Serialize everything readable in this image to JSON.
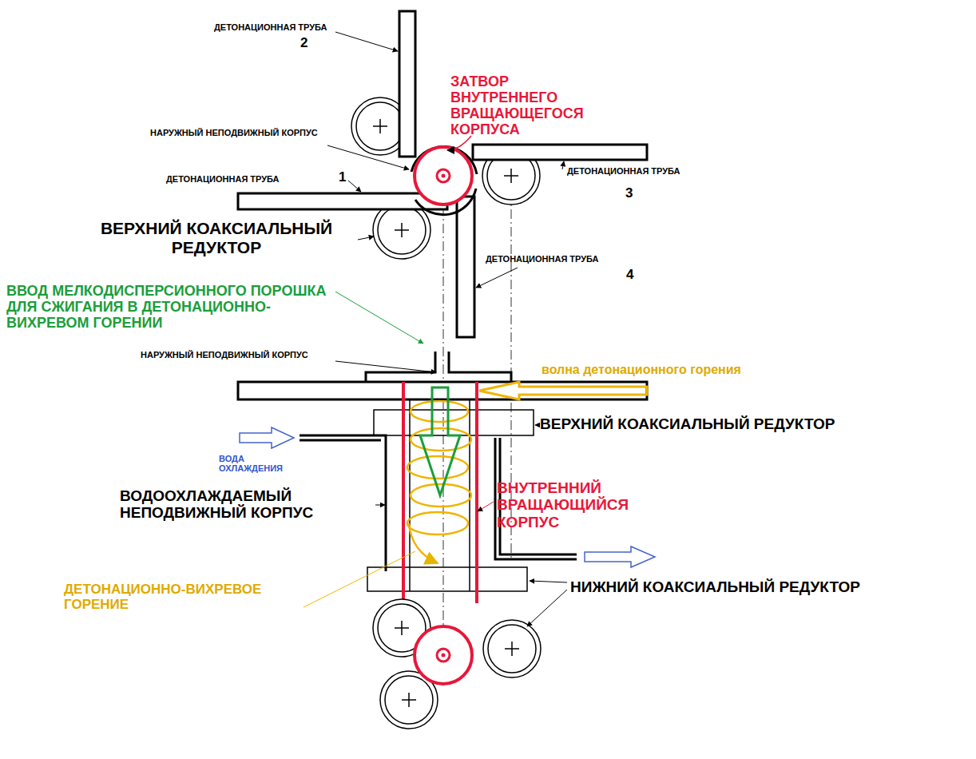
{
  "diagram": {
    "labels": [
      "ДЕТОНАЦИОННАЯ ТРУБА",
      "2",
      "ЗАТВОР ВНУТРЕННЕГО ВРАЩАЮЩЕГОСЯ КОРПУСА",
      "НАРУЖНЫЙ НЕПОДВИЖНЫЙ КОРПУС",
      "ДЕТОНАЦИОННАЯ ТРУБА",
      "1",
      "ДЕТОНАЦИОННАЯ ТРУБА",
      "3",
      "ВЕРХНИЙ КОАКСИАЛЬНЫЙ РЕДУКТОР",
      "ДЕТОНАЦИОННАЯ ТРУБА",
      "4",
      "ВВОД МЕЛКОДИСПЕРСИОННОГО ПОРОШКА ДЛЯ СЖИГАНИЯ В ДЕТОНАЦИОННО-ВИХРЕВОМ ГОРЕНИИ",
      "НАРУЖНЫЙ НЕПОДВИЖНЫЙ КОРПУС",
      "волна детонационного горения",
      "ВЕРХНИЙ КОАКСИАЛЬНЫЙ РЕДУКТОР",
      "ВОДА ОХЛАЖДЕНИЯ",
      "ВНУТРЕННИЙ ВРАЩАЮЩИЙСЯ КОРПУС",
      "ВОДООХЛАЖДАЕМЫЙ НЕПОДВИЖНЫЙ КОРПУС",
      "ДЕТОНАЦИОННО-ВИХРЕВОЕ ГОРЕНИЕ",
      "НИЖНИЙ КОАКСИАЛЬНЫЙ РЕДУКТОР"
    ]
  }
}
